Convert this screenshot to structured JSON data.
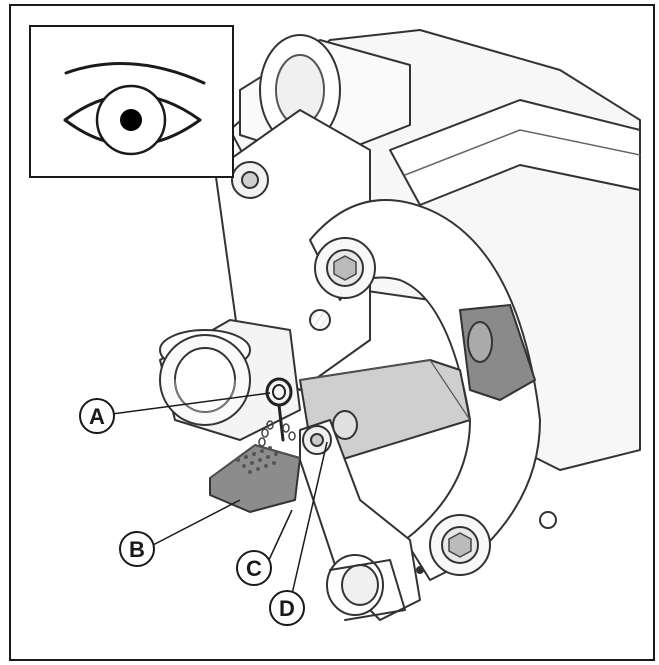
{
  "diagram": {
    "view_icon": "eye-icon",
    "callouts": [
      {
        "id": "a",
        "label": "A"
      },
      {
        "id": "b",
        "label": "B"
      },
      {
        "id": "c",
        "label": "C"
      },
      {
        "id": "d",
        "label": "D"
      }
    ]
  }
}
